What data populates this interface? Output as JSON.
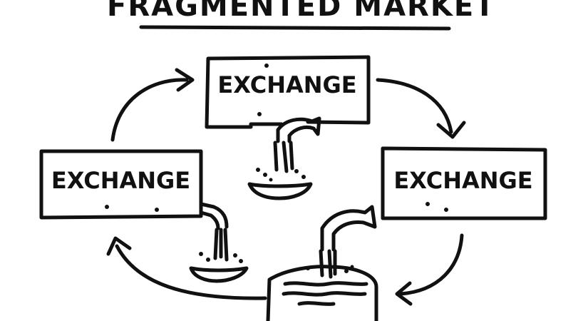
{
  "title": "FRAGMENTED MARKET",
  "nodes": [
    {
      "id": "top",
      "label": "EXCHANGE"
    },
    {
      "id": "left",
      "label": "EXCHANGE"
    },
    {
      "id": "right",
      "label": "EXCHANGE"
    }
  ],
  "colors": {
    "ink": "#111111",
    "paper": "#ffffff"
  }
}
